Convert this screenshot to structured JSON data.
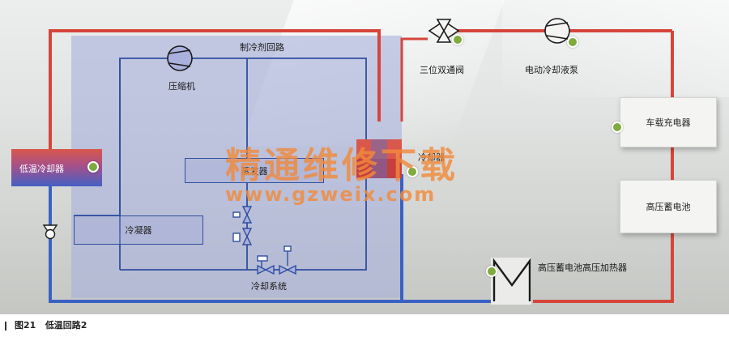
{
  "title": "制冷剂回路",
  "components": {
    "compressor": "压缩机",
    "evaporator": "蒸发器",
    "condenser": "冷凝器",
    "cooling_system": "冷却系统",
    "chiller": "冷却器",
    "low_temp_cooler": "低温冷却器",
    "three_way_valve": "三位双通阀",
    "electric_pump": "电动冷却液泵",
    "onboard_charger": "车载充电器",
    "hv_battery": "高压蓄电池",
    "hv_heater": "高压蓄电池高压加热器"
  },
  "caption": {
    "figure": "图21",
    "text": "低温回路2"
  },
  "watermark": {
    "line1": "精通维修下载",
    "line2": "www.gzweix.com"
  },
  "colors": {
    "hot_line": "#d6453a",
    "cold_line": "#3a62c4",
    "refrigerant_line": "#2f4fa0",
    "refrigerant_area": "#a9b1dc",
    "sensor_dot": "#7faa3c",
    "watermark": "#f08a3c"
  }
}
